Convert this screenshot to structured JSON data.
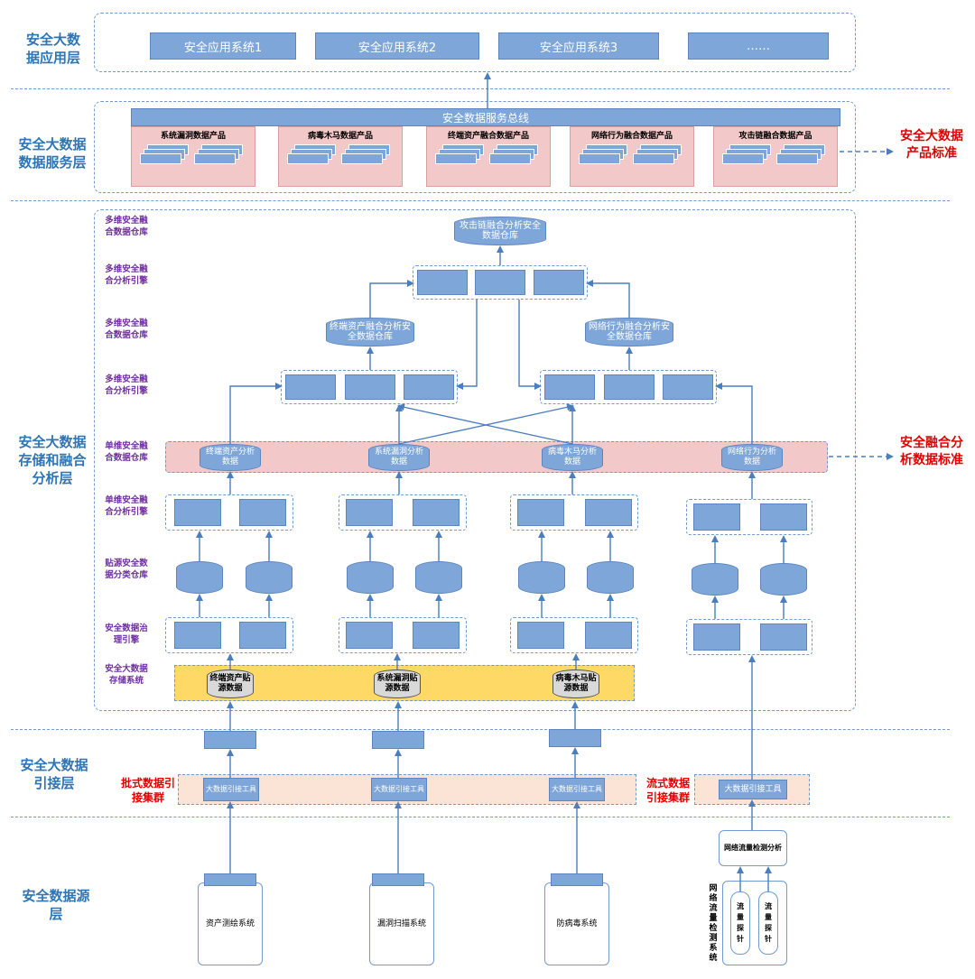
{
  "layers": {
    "app": "安全大数据应用层",
    "service": "安全大数据数据服务层",
    "storage": "安全大数据存储和融合分析层",
    "access": "安全大数据引接层",
    "source": "安全数据源层"
  },
  "app_systems": [
    "安全应用系统1",
    "安全应用系统2",
    "安全应用系统3",
    "……"
  ],
  "service_bus": "安全数据服务总线",
  "products": [
    "系统漏洞数据产品",
    "病毒木马数据产品",
    "终端资产融合数据产品",
    "网络行为融合数据产品",
    "攻击链融合数据产品"
  ],
  "standards": {
    "product": "安全大数据产品标准",
    "fusion": "安全融合分析数据标准"
  },
  "sublayers": [
    "多维安全融合数据仓库",
    "多维安全融合分析引擎",
    "多维安全融合数据仓库",
    "多维安全融合分析引擎",
    "单维安全融合数据仓库",
    "单维安全融合分析引擎",
    "贴源安全数据分类仓库",
    "安全数据治理引擎",
    "安全大数据存储系统"
  ],
  "top_warehouse": "攻击链融合分析安全数据仓库",
  "multi_warehouses": [
    "终端资产融合分析安全数据仓库",
    "网络行为融合分析安全数据仓库"
  ],
  "single_warehouses": [
    "终端资产分析数据",
    "系统漏洞分析数据",
    "病毒木马分析数据",
    "网络行为分析数据"
  ],
  "raw_stores": [
    "终端资产贴源数据",
    "系统漏洞贴源数据",
    "病毒木马贴源数据"
  ],
  "access_clusters": {
    "batch": "批式数据引接集群",
    "stream": "流式数据引接集群"
  },
  "access_tool": "大数据引接工具",
  "sources": [
    "资产测绘系统",
    "漏洞扫描系统",
    "防病毒系统"
  ],
  "traffic_system": "网络流量检测系统",
  "traffic_analysis": "网络流量检测分析",
  "probe": "流量探针"
}
